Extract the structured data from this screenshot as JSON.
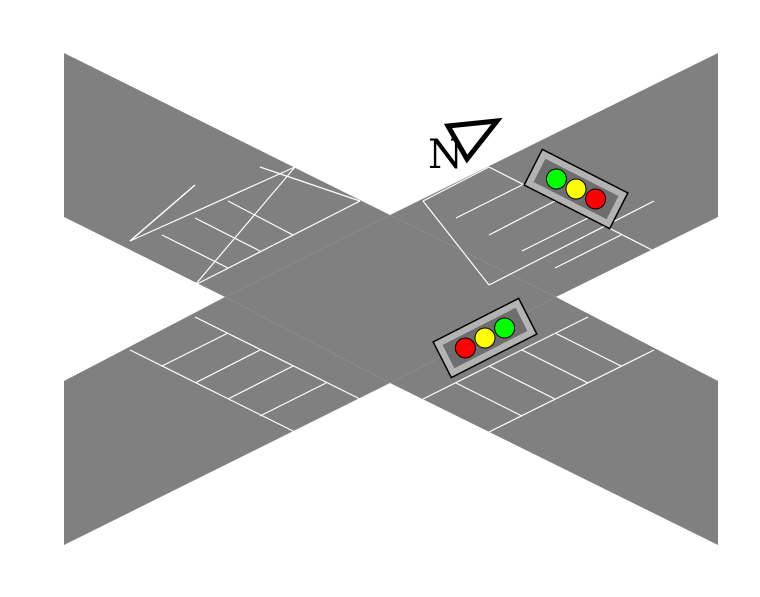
{
  "compass": {
    "label": "N",
    "icon": "north-arrow-icon"
  },
  "colors": {
    "road": "#808080",
    "stripe": "#ffffff",
    "housing_outer": "#b3b3b3",
    "housing_inner": "#6e6e6e",
    "red": "#ff0000",
    "yellow": "#ffff00",
    "green": "#00ff00"
  },
  "traffic_lights": [
    {
      "name": "traffic-light-northeast",
      "lamps": [
        "green",
        "yellow",
        "red"
      ]
    },
    {
      "name": "traffic-light-southeast",
      "lamps": [
        "red",
        "yellow",
        "green"
      ]
    }
  ]
}
